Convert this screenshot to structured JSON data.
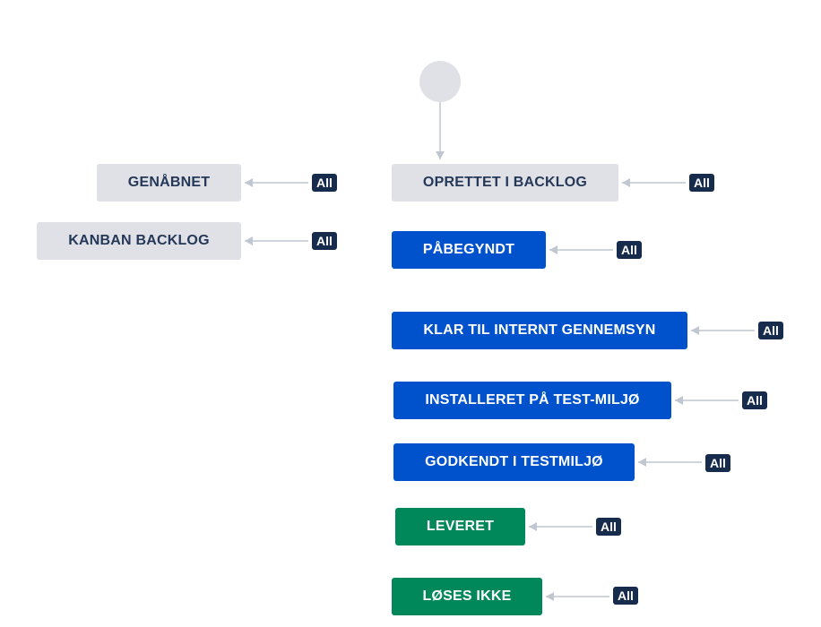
{
  "statuses": [
    {
      "id": "genabnet",
      "label": "GENÅBNET",
      "category": "todo",
      "transition_label": "All"
    },
    {
      "id": "kanban-backlog",
      "label": "KANBAN BACKLOG",
      "category": "todo",
      "transition_label": "All"
    },
    {
      "id": "oprettet-i-backlog",
      "label": "OPRETTET I BACKLOG",
      "category": "todo",
      "transition_label": "All"
    },
    {
      "id": "pabegyndt",
      "label": "PÅBEGYNDT",
      "category": "inprogress",
      "transition_label": "All"
    },
    {
      "id": "klar-til-internt-gennemsyn",
      "label": "KLAR TIL INTERNT GENNEMSYN",
      "category": "inprogress",
      "transition_label": "All"
    },
    {
      "id": "installeret-pa-test-miljo",
      "label": "INSTALLERET PÅ TEST-MILJØ",
      "category": "inprogress",
      "transition_label": "All"
    },
    {
      "id": "godkendt-i-testmiljo",
      "label": "GODKENDT I TESTMILJØ",
      "category": "inprogress",
      "transition_label": "All"
    },
    {
      "id": "leveret",
      "label": "LEVERET",
      "category": "done",
      "transition_label": "All"
    },
    {
      "id": "loses-ikke",
      "label": "LØSES IKKE",
      "category": "done",
      "transition_label": "All"
    }
  ],
  "colors": {
    "todo_bg": "#dfe1e6",
    "todo_text": "#253858",
    "inprogress_bg": "#0052cc",
    "done_bg": "#00875a",
    "badge_bg": "#172b4d",
    "arrow": "#c1c7d0"
  }
}
